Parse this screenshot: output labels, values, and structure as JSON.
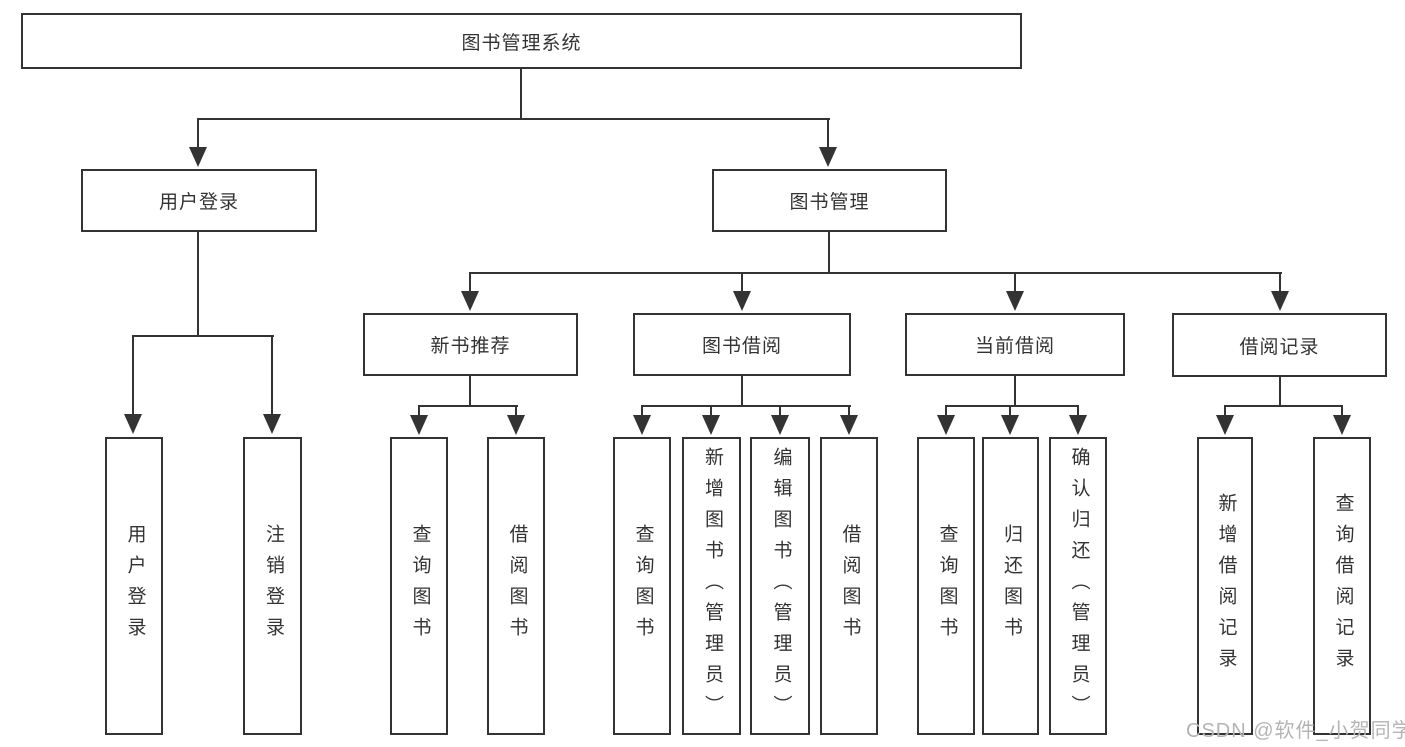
{
  "tree": {
    "label": "图书管理系统",
    "children": [
      {
        "label": "用户登录",
        "children": [
          {
            "label": "用户登录"
          },
          {
            "label": "注销登录"
          }
        ]
      },
      {
        "label": "图书管理",
        "children": [
          {
            "label": "新书推荐",
            "children": [
              {
                "label": "查询图书"
              },
              {
                "label": "借阅图书"
              }
            ]
          },
          {
            "label": "图书借阅",
            "children": [
              {
                "label": "查询图书"
              },
              {
                "label": "新增图书（管理员）"
              },
              {
                "label": "编辑图书（管理员）"
              },
              {
                "label": "借阅图书"
              }
            ]
          },
          {
            "label": "当前借阅",
            "children": [
              {
                "label": "查询图书"
              },
              {
                "label": "归还图书"
              },
              {
                "label": "确认归还（管理员）"
              }
            ]
          },
          {
            "label": "借阅记录",
            "children": [
              {
                "label": "新增借阅记录"
              },
              {
                "label": "查询借阅记录"
              }
            ]
          }
        ]
      }
    ]
  },
  "watermark": "CSDN @软件_小贺同学",
  "colors": {
    "line": "#333333",
    "text": "#333333",
    "background": "#ffffff",
    "watermark": "#b4b4b4"
  }
}
